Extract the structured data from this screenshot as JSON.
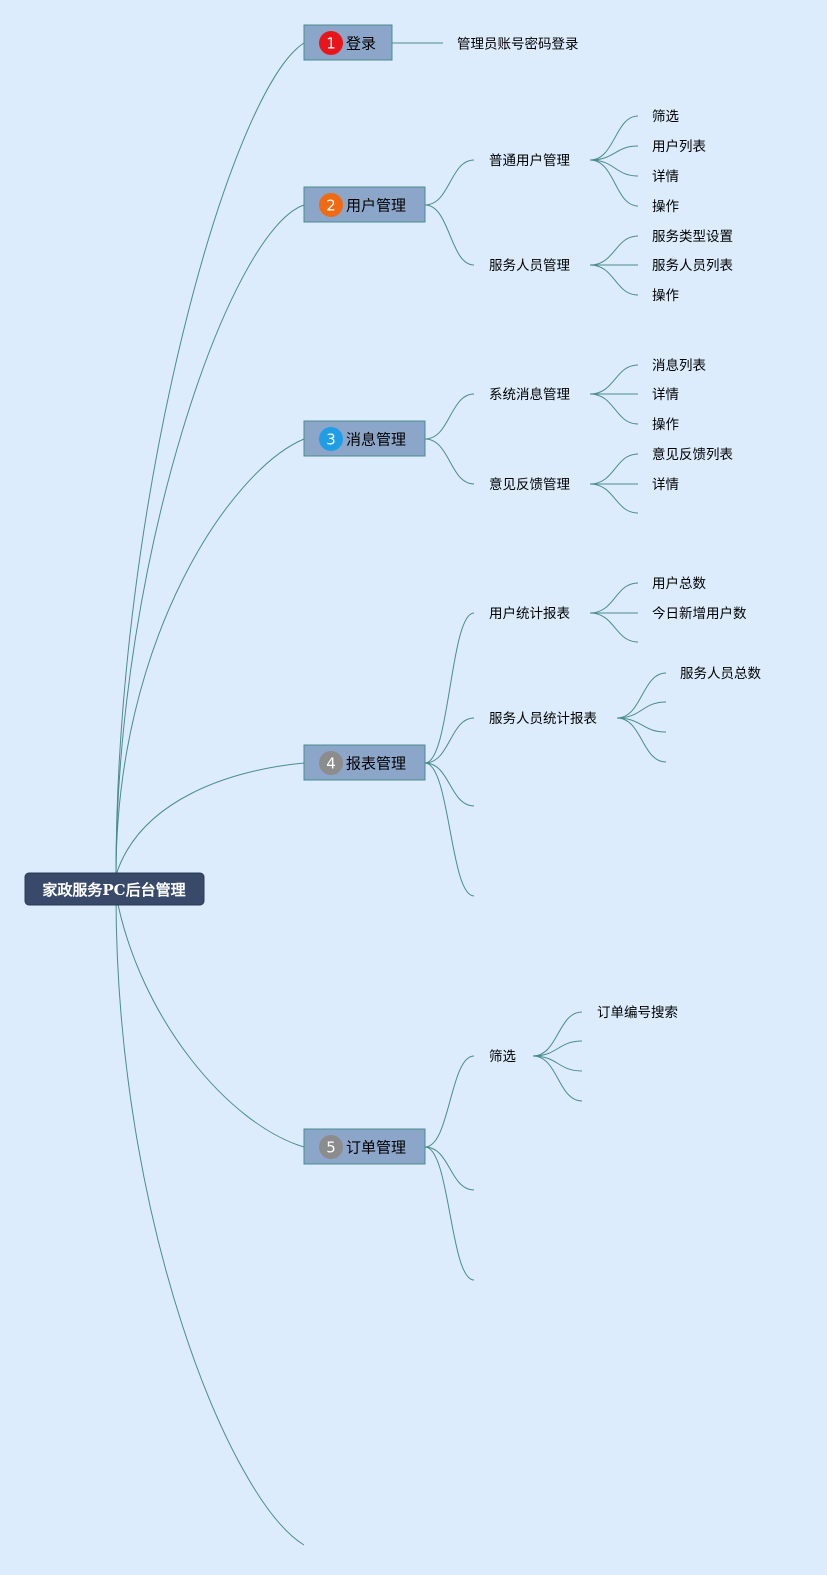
{
  "root": {
    "label": "家政服务PC后台管理"
  },
  "colors": {
    "background": "#dcecfd",
    "branch": "#4a8c8c",
    "root_fill": "#38496a",
    "topic_fill": "#8ba6c9"
  },
  "main_topics": [
    {
      "num": "1",
      "label": "登录",
      "badge_color": "#e8161b"
    },
    {
      "num": "2",
      "label": "用户管理",
      "badge_color": "#f06a12"
    },
    {
      "num": "3",
      "label": "消息管理",
      "badge_color": "#1f9ee6"
    },
    {
      "num": "4",
      "label": "报表管理",
      "badge_color": "#8c8c8c"
    },
    {
      "num": "5",
      "label": "订单管理",
      "badge_color": "#8c8c8c"
    }
  ],
  "login": {
    "item": "管理员账号密码登录"
  },
  "user_mgmt": {
    "normal": {
      "label": "普通用户管理",
      "items": [
        "筛选",
        "用户列表",
        "详情",
        "操作"
      ]
    },
    "staff": {
      "label": "服务人员管理",
      "items": [
        "服务类型设置",
        "服务人员列表",
        "操作"
      ]
    }
  },
  "msg_mgmt": {
    "system": {
      "label": "系统消息管理",
      "items": [
        "消息列表",
        "详情",
        "操作"
      ]
    },
    "feedback": {
      "label": "意见反馈管理",
      "items": [
        "意见反馈列表",
        "详情"
      ]
    }
  },
  "report_mgmt": {
    "user_report": {
      "label": "用户统计报表",
      "items": [
        "用户总数",
        "今日新增用户数"
      ]
    },
    "staff_report": {
      "label": "服务人员统计报表",
      "items": [
        "服务人员总数"
      ]
    }
  },
  "order_mgmt": {
    "filter": {
      "label": "筛选",
      "items": [
        "订单编号搜索"
      ]
    }
  }
}
